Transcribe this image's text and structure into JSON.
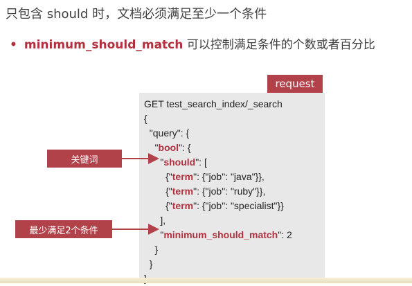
{
  "slide": {
    "heading": "只包含 should 时，文档必须满足至少一个条件",
    "bullet": {
      "dot": "•",
      "keyword": "minimum_should_match",
      "text": " 可以控制满足条件的个数或者百分比"
    },
    "request_tab": "request",
    "callouts": {
      "keywords_label": "关键词",
      "min_conditions_label": "最少满足2个条件"
    }
  },
  "code": {
    "line1": "GET test_search_index/_search",
    "line2": "{",
    "line3": "  \"query\": {",
    "line4_pre": "    \"",
    "line4_kw": "bool",
    "line4_post": "\": {",
    "line5_pre": "      \"",
    "line5_kw": "should",
    "line5_post": "\": [",
    "term_kw": "term",
    "line6_pre": "        {\"",
    "line6_post": "\": {\"job\": \"java\"}},",
    "line7_pre": "        {\"",
    "line7_post": "\": {\"job\": \"ruby\"}},",
    "line8_pre": "        {\"",
    "line8_post": "\": {\"job\": \"specialist\"}}",
    "line9": "      ],",
    "line10_pre": "      \"",
    "line10_kw": "minimum_should_match",
    "line10_post": "\": 2",
    "line11": "    }",
    "line12": "  }",
    "line13": "}"
  },
  "colors": {
    "accent": "#b2424a",
    "code_bg": "#e8e8e8"
  }
}
